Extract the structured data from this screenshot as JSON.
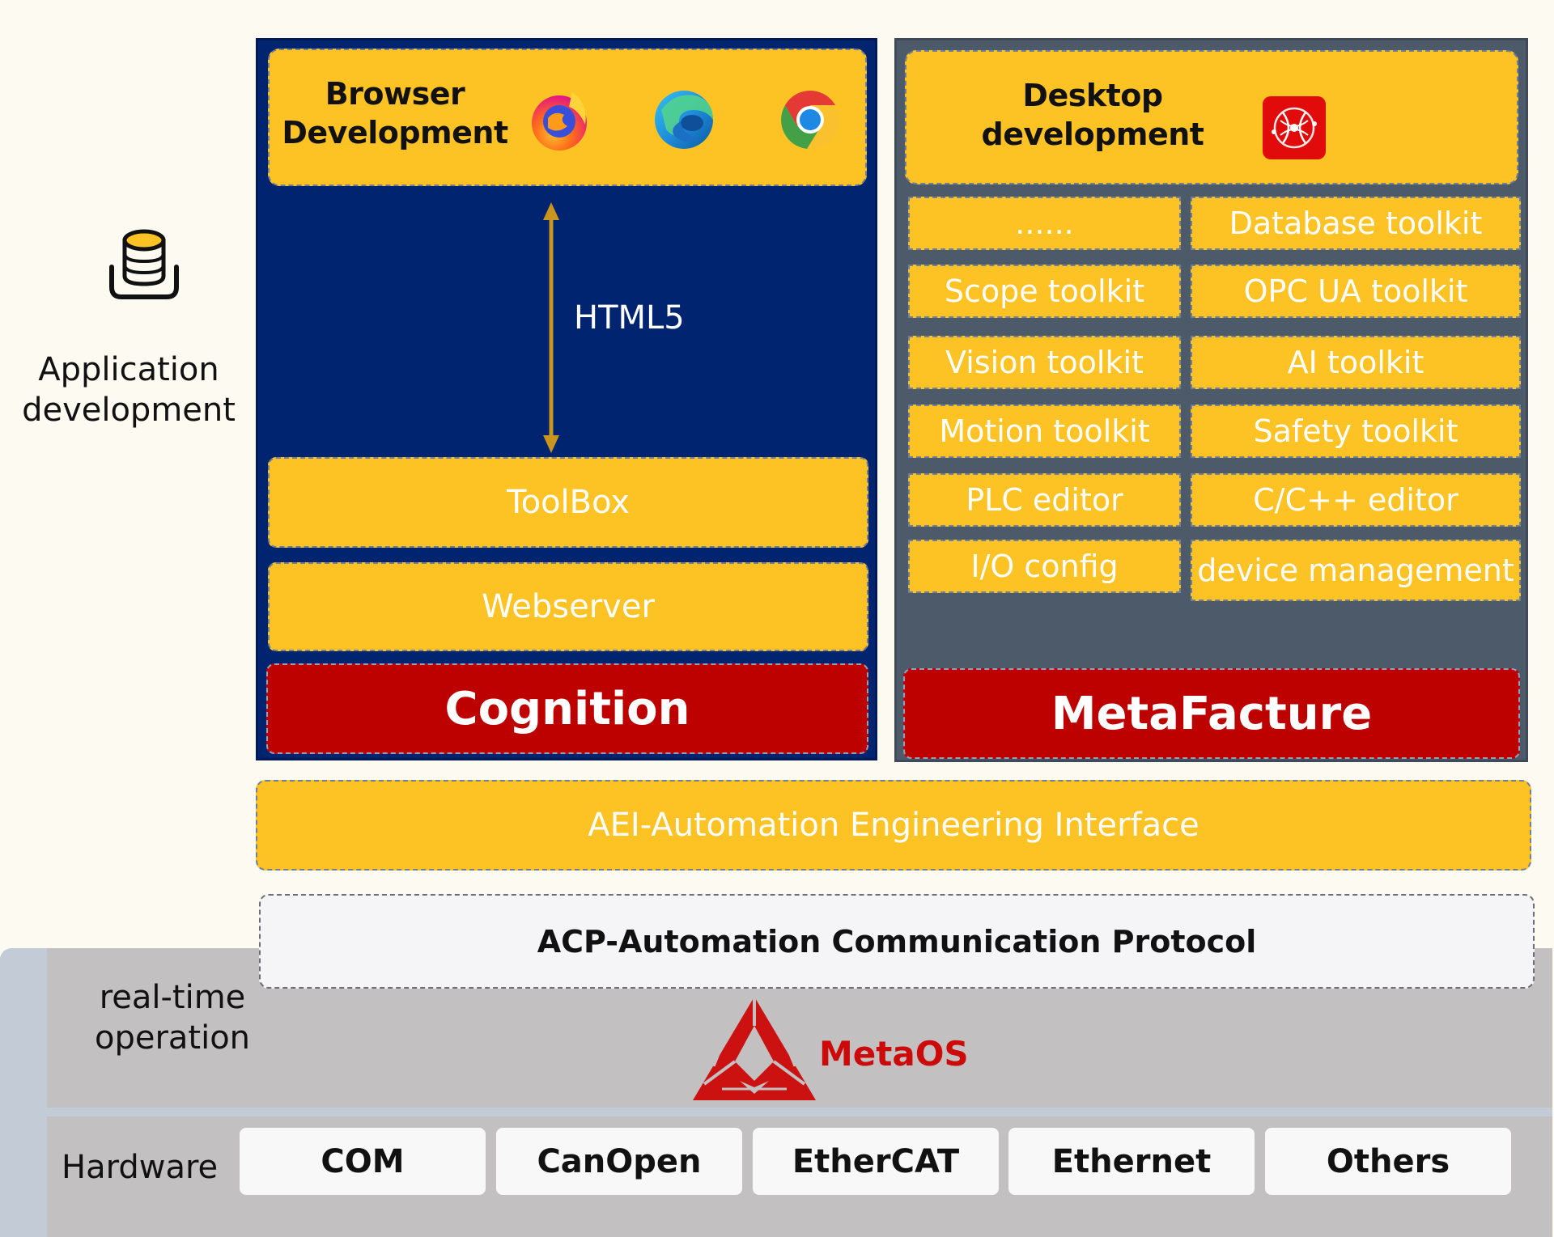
{
  "left_panel": {
    "icon": "database-icon",
    "label": "Application development"
  },
  "browser": {
    "title": "Browser Development",
    "icons": [
      "firefox-icon",
      "edge-icon",
      "chrome-icon"
    ],
    "link_label": "HTML5",
    "layers": [
      "ToolBox",
      "Webserver"
    ],
    "product": "Cognition"
  },
  "desktop": {
    "title": "Desktop development",
    "icon": "metafacture-app-icon",
    "toolkits": [
      [
        "......",
        "Database toolkit"
      ],
      [
        "Scope toolkit",
        "OPC UA toolkit"
      ],
      [
        "Vision toolkit",
        "AI toolkit"
      ],
      [
        "Motion toolkit",
        "Safety toolkit"
      ],
      [
        "PLC editor",
        "C/C++ editor"
      ],
      [
        "I/O  config",
        "device management"
      ]
    ],
    "product": "MetaFacture"
  },
  "interface": {
    "aei": "AEI-Automation Engineering Interface",
    "acp": "ACP-Automation Communication Protocol"
  },
  "runtime": {
    "label": "real-time operation",
    "os_name": "MetaOS"
  },
  "hardware": {
    "label": "Hardware",
    "items": [
      "COM",
      "CanOpen",
      "EtherCAT",
      "Ethernet",
      "Others"
    ]
  },
  "colors": {
    "accent_yellow": "#fdc224",
    "product_red": "#bd0000",
    "browser_panel_blue": "#002470",
    "desktop_panel_slate": "#4d5a6a",
    "metaos_red": "#cc0a0a"
  }
}
